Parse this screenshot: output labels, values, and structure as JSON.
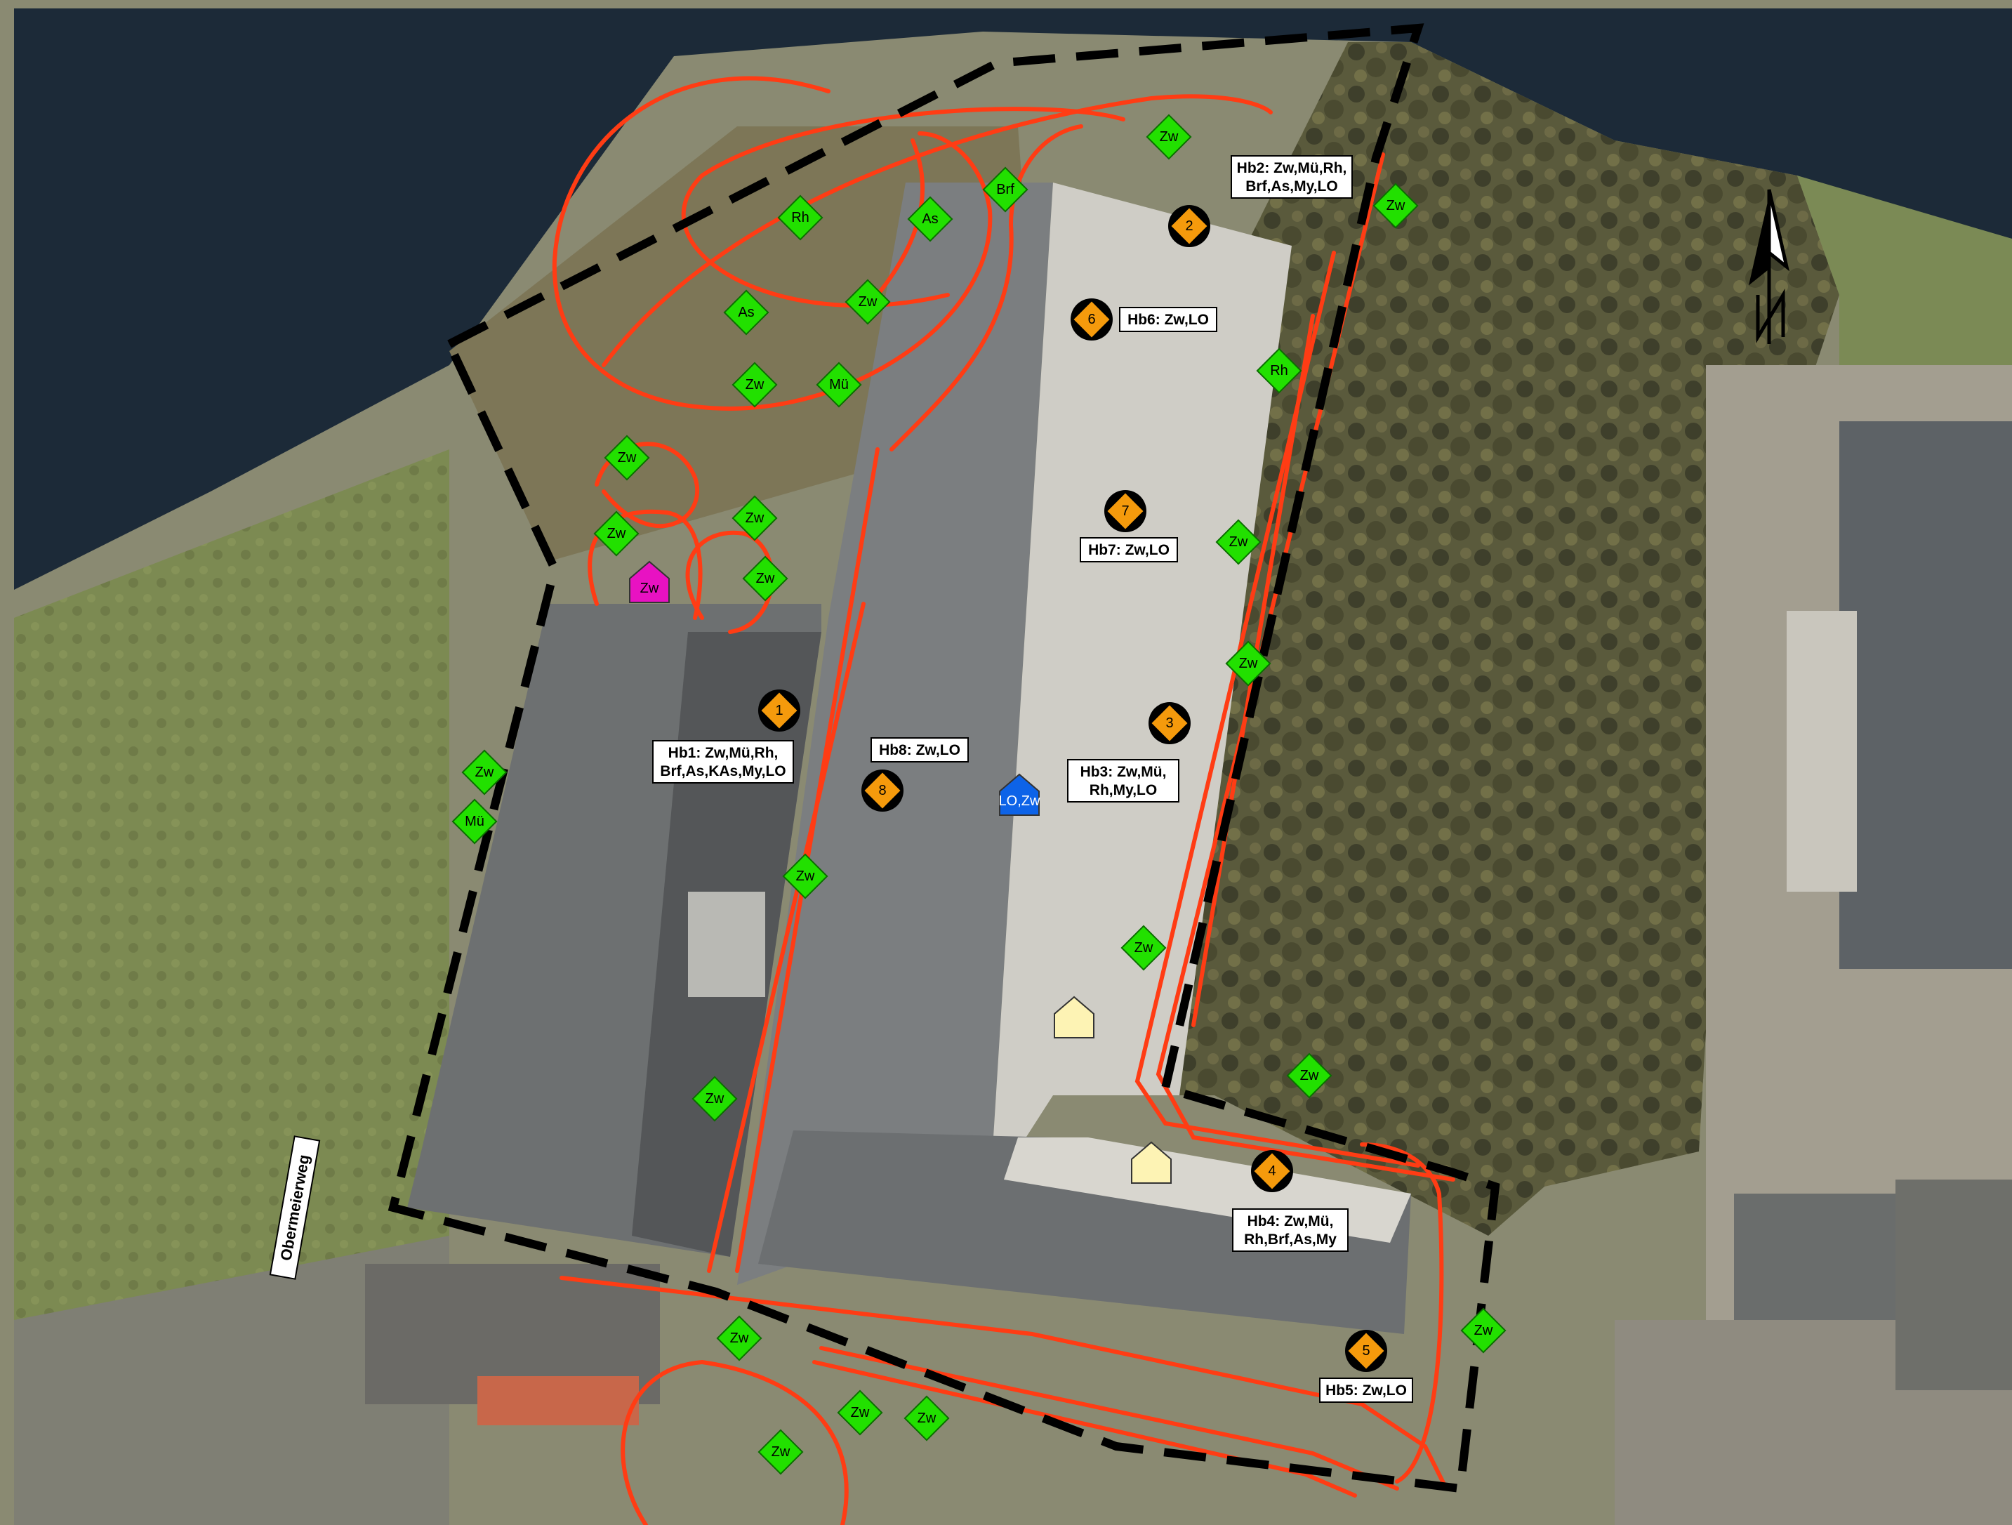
{
  "street_name": "Obermeierweg",
  "north_label": "N",
  "colors": {
    "water": "#1c2a38",
    "boundary": "#000000",
    "flight_path": "#ff3c14",
    "species_marker": "#22e000",
    "roost_marker": "#f59a0c",
    "magenta_box": "#e812c2",
    "blue_box": "#0d63e8",
    "yellow_box": "#fdf3b4"
  },
  "roost_sites": [
    {
      "number": "1",
      "label": "Hb1: Zw,Mü,Rh,\nBrf,As,KAs,My,LO"
    },
    {
      "number": "2",
      "label": "Hb2: Zw,Mü,Rh,\nBrf,As,My,LO"
    },
    {
      "number": "3",
      "label": "Hb3: Zw,Mü,\nRh,My,LO"
    },
    {
      "number": "4",
      "label": "Hb4: Zw,Mü,\nRh,Brf,As,My"
    },
    {
      "number": "5",
      "label": "Hb5: Zw,LO"
    },
    {
      "number": "6",
      "label": "Hb6: Zw,LO"
    },
    {
      "number": "7",
      "label": "Hb7: Zw,LO"
    },
    {
      "number": "8",
      "label": "Hb8: Zw,LO"
    }
  ],
  "species_markers": [
    "Zw",
    "Zw",
    "Rh",
    "As",
    "Brf",
    "Zw",
    "As",
    "Zw",
    "Mü",
    "Rh",
    "Zw",
    "Zw",
    "Zw",
    "Zw",
    "Zw",
    "Zw",
    "Zw",
    "Mü",
    "Zw",
    "Zw",
    "Zw",
    "Zw",
    "Zw",
    "Zw",
    "Zw",
    "Zw",
    "Zw"
  ],
  "box_markers": [
    {
      "kind": "magenta",
      "label": "Zw"
    },
    {
      "kind": "blue",
      "label": "LO,Zw"
    },
    {
      "kind": "yellow",
      "label": ""
    },
    {
      "kind": "yellow",
      "label": ""
    }
  ]
}
